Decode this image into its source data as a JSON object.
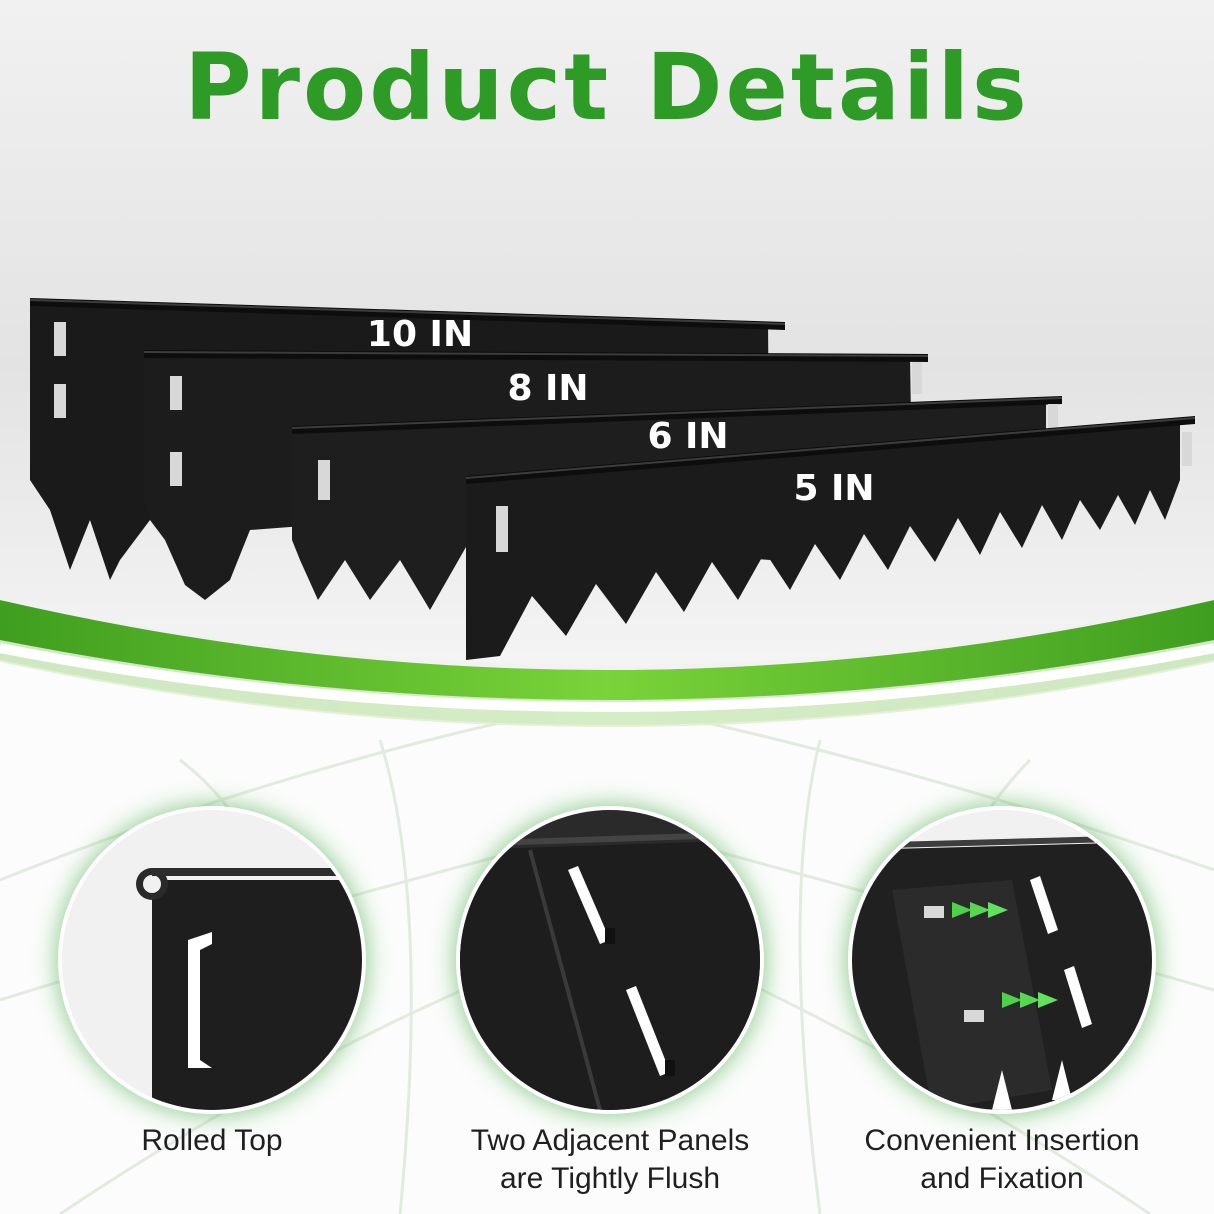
{
  "title": "Product Details",
  "colors": {
    "accent_green": "#2e9b27",
    "panel_black": "#1c1c1c"
  },
  "panels": [
    {
      "label": "10 IN"
    },
    {
      "label": "8 IN"
    },
    {
      "label": "6 IN"
    },
    {
      "label": "5 IN"
    }
  ],
  "features": [
    {
      "line1": "Rolled Top",
      "line2": "",
      "icon": "rolled-top-closeup"
    },
    {
      "line1": "Two Adjacent Panels",
      "line2": "are Tightly Flush",
      "icon": "flush-panels-closeup"
    },
    {
      "line1": "Convenient Insertion",
      "line2": "and Fixation",
      "icon": "insertion-arrows-closeup"
    }
  ]
}
